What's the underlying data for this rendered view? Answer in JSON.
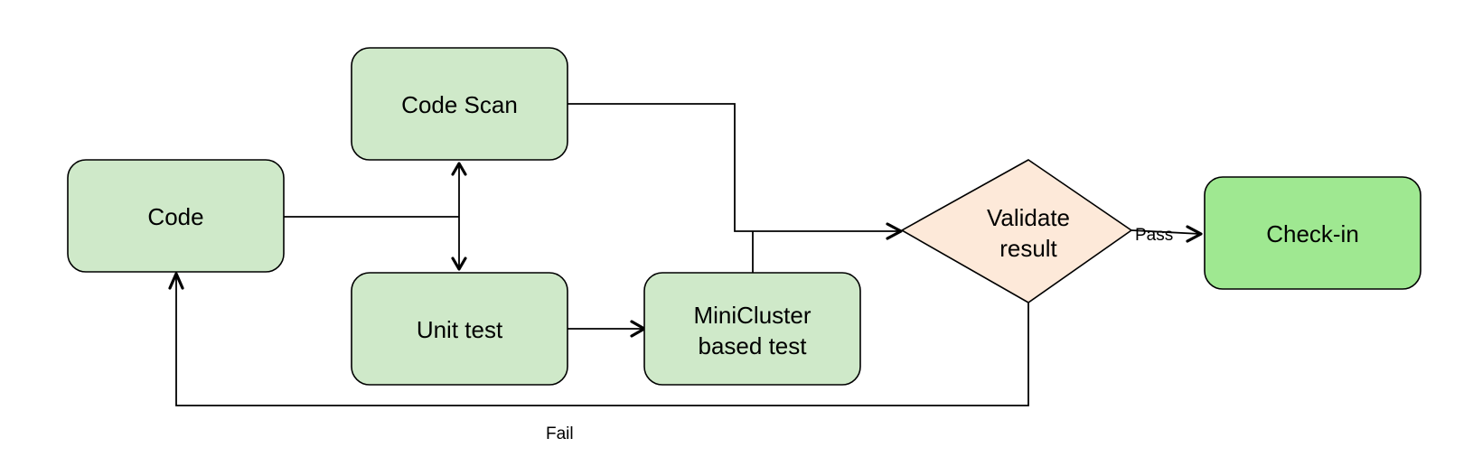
{
  "nodes": {
    "code": {
      "label": "Code"
    },
    "code_scan": {
      "label": "Code Scan"
    },
    "unit_test": {
      "label": "Unit test"
    },
    "minicluster_test": {
      "label_line1": "MiniCluster",
      "label_line2": "based test"
    },
    "validate_result": {
      "label_line1": "Validate",
      "label_line2": "result"
    },
    "check_in": {
      "label": "Check-in"
    }
  },
  "edges": {
    "pass_label": "Pass",
    "fail_label": "Fail"
  },
  "colors": {
    "process_fill": "#cfe9c9",
    "decision_fill": "#fde9d9",
    "terminal_fill": "#9fe891",
    "stroke": "#000000"
  }
}
